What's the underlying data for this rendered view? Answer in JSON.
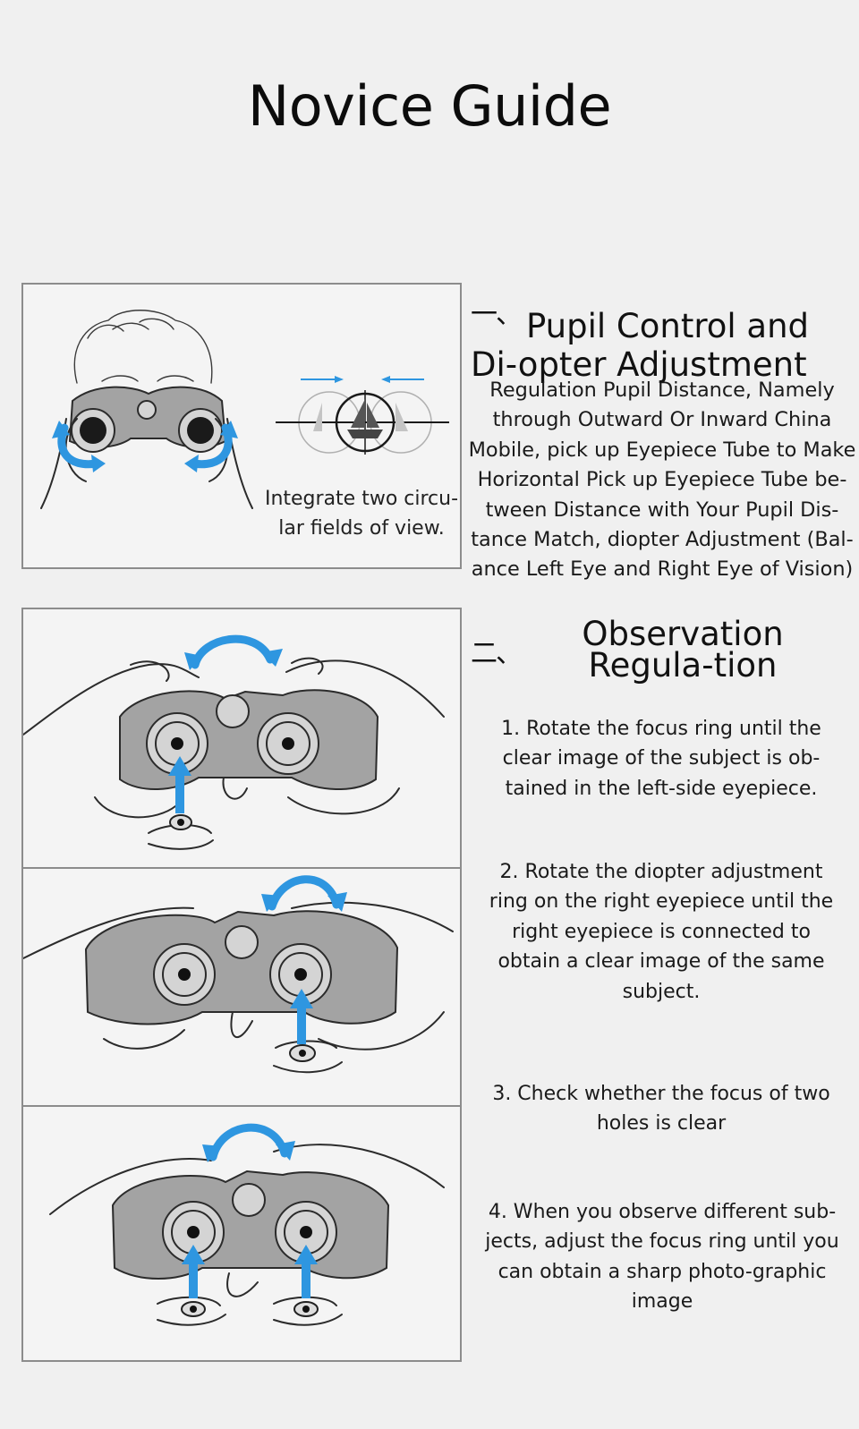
{
  "page": {
    "title": "Novice Guide"
  },
  "section1": {
    "number": "一、",
    "title": "Pupil Control and Di-opter Adjustment",
    "body": "Regulation Pupil Distance, Namely through Outward Or Inward China Mobile, pick up Eyepiece Tube to Make Horizontal Pick up Eyepiece Tube be-tween Distance with Your Pupil Dis-tance Match, diopter Adjustment (Bal-ance Left Eye and Right Eye of Vision)",
    "caption": "Integrate two circu-lar fields of view."
  },
  "section2": {
    "number": "二、",
    "title": "Observation Regula-tion",
    "steps": [
      "1. Rotate the focus ring until the clear image of the subject is ob-tained in the left-side eyepiece.",
      "2. Rotate the diopter adjustment ring on the right eyepiece until the right eyepiece is connected to obtain a clear image of the same subject.",
      "3. Check whether the focus of two holes is clear",
      "4. When you observe different sub-jects, adjust the focus ring until you can obtain a sharp photo-graphic image"
    ]
  },
  "colors": {
    "accent": "#2e96e0",
    "background": "#f0f0f0",
    "frame": "#8c8c8c"
  }
}
